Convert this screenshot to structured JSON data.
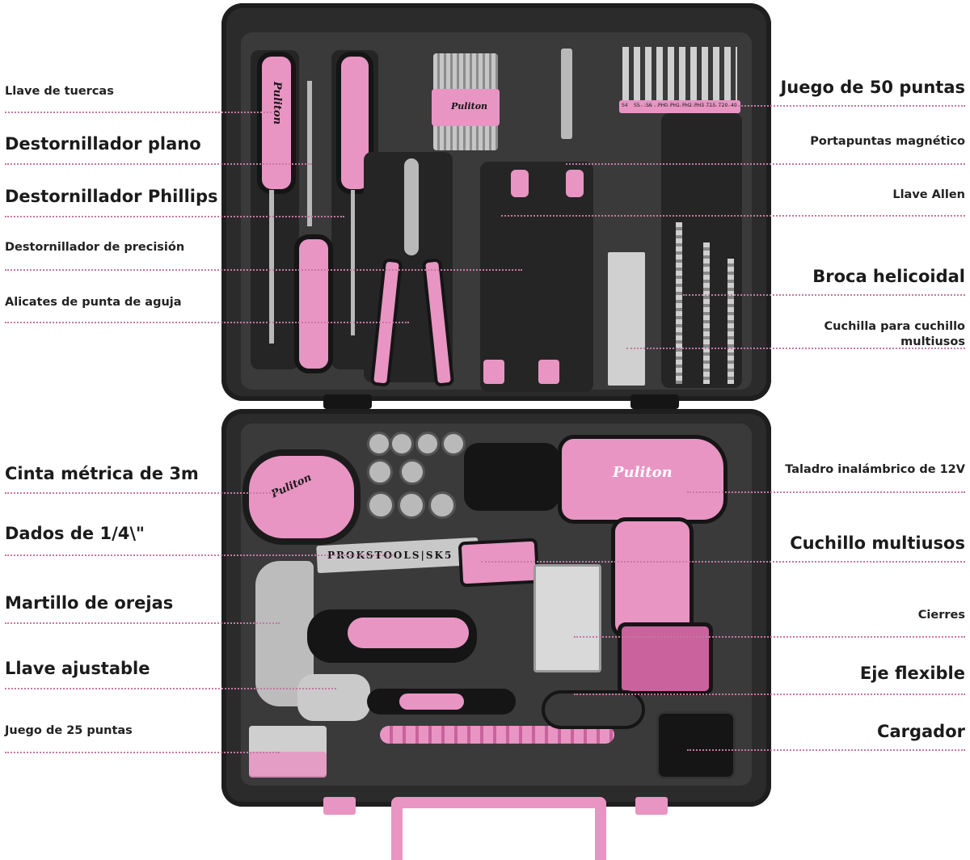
{
  "brand": "Puliton",
  "knife_marking": "PROKSTOOLS|SK5",
  "colors": {
    "accent": "#e895c3",
    "accent_dark": "#c9629d",
    "case": "#2b2b2b",
    "dots": "#c47a9e"
  },
  "labels_left": [
    "Llave de tuercas",
    "Destornillador plano",
    "Destornillador Phillips",
    "Destornillador de precisión",
    "Alicates de punta de aguja",
    "Cinta métrica de 3m",
    "Dados de 1/4\\\"",
    "Martillo de orejas",
    "Llave ajustable",
    "Juego de 25 puntas"
  ],
  "labels_right": [
    "Juego de 50 puntas",
    "Portapuntas magnético",
    "Llave Allen",
    "Broca helicoidal",
    "Cuchilla para cuchillo",
    "multiusos",
    "Taladro inalámbrico de 12V",
    "Cuchillo multiusos",
    "Cierres",
    "Eje flexible",
    "Cargador"
  ],
  "bit_labels": [
    "S4",
    "S5",
    "S6",
    "PH0",
    "PH1",
    "PH2",
    "PH3",
    "T15",
    "T20",
    "40"
  ]
}
